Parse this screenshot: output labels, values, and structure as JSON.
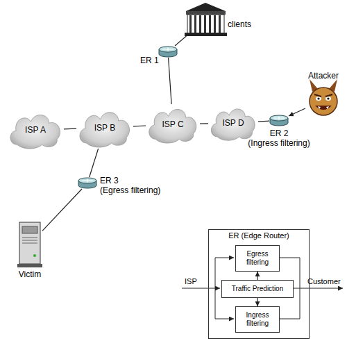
{
  "diagram": {
    "nodes": [
      {
        "text": [
          "clients"
        ]
      },
      {
        "text": [
          "ER 1"
        ]
      },
      {
        "text": [
          "Attacker"
        ]
      },
      {
        "text": [
          "ISP A"
        ]
      },
      {
        "text": [
          "ISP B"
        ]
      },
      {
        "text": [
          "ISP C"
        ]
      },
      {
        "text": [
          "ISP D"
        ]
      },
      {
        "text": [
          "ER 2",
          "(Ingress filtering)"
        ]
      },
      {
        "text": [
          "ER 3",
          "(Egress filtering)"
        ]
      },
      {
        "text": [
          "Victim"
        ]
      },
      {
        "text": [
          "ER (Edge Router)"
        ]
      },
      {
        "text": [
          "Egress filtering"
        ],
        "in": 10
      },
      {
        "text": [
          "Traffic Prediction"
        ],
        "in": 10
      },
      {
        "text": [
          "Ingress filtering"
        ],
        "in": 10
      }
    ],
    "edges": [
      {
        "from": 0,
        "to": 1,
        "arrow": "none"
      },
      {
        "from": 1,
        "to": 5,
        "arrow": "none"
      },
      {
        "from": 3,
        "to": 4,
        "arrow": "none"
      },
      {
        "from": 4,
        "to": 5,
        "arrow": "none"
      },
      {
        "from": 5,
        "to": 6,
        "arrow": "none"
      },
      {
        "from": 6,
        "to": 7,
        "arrow": "none"
      },
      {
        "from": 2,
        "to": 7,
        "arrow": "to"
      },
      {
        "from": 4,
        "to": 8,
        "arrow": "none"
      },
      {
        "from": 8,
        "to": 9,
        "arrow": "none"
      },
      {
        "from": 12,
        "to": 11,
        "arrow": "to"
      },
      {
        "from": 12,
        "to": 13,
        "arrow": "to"
      }
    ],
    "labels": [
      "ISP",
      "Customer"
    ]
  }
}
